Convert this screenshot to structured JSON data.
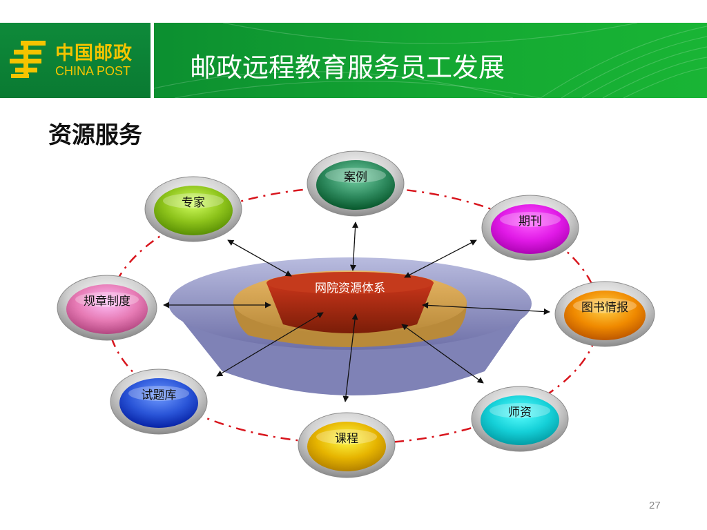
{
  "header": {
    "logo_cn": "中国邮政",
    "logo_en": "CHINA POST",
    "title": "邮政远程教育服务员工发展"
  },
  "subtitle": "资源服务",
  "center": {
    "label": "网院资源体系"
  },
  "nodes": [
    {
      "id": "anli",
      "label": "案例",
      "color": "#2e8a5e"
    },
    {
      "id": "qikan",
      "label": "期刊",
      "color": "#e019e6"
    },
    {
      "id": "tushu",
      "label": "图书情报",
      "color": "#f08a00"
    },
    {
      "id": "shizi",
      "label": "师资",
      "color": "#15d0d8"
    },
    {
      "id": "kecheng",
      "label": "课程",
      "color": "#e6b400"
    },
    {
      "id": "shiti",
      "label": "试题库",
      "color": "#2a55d8"
    },
    {
      "id": "guizhang",
      "label": "规章制度",
      "color": "#e67ab4"
    },
    {
      "id": "zhuanjia",
      "label": "专家",
      "color": "#8cc21a"
    }
  ],
  "page_number": "27"
}
